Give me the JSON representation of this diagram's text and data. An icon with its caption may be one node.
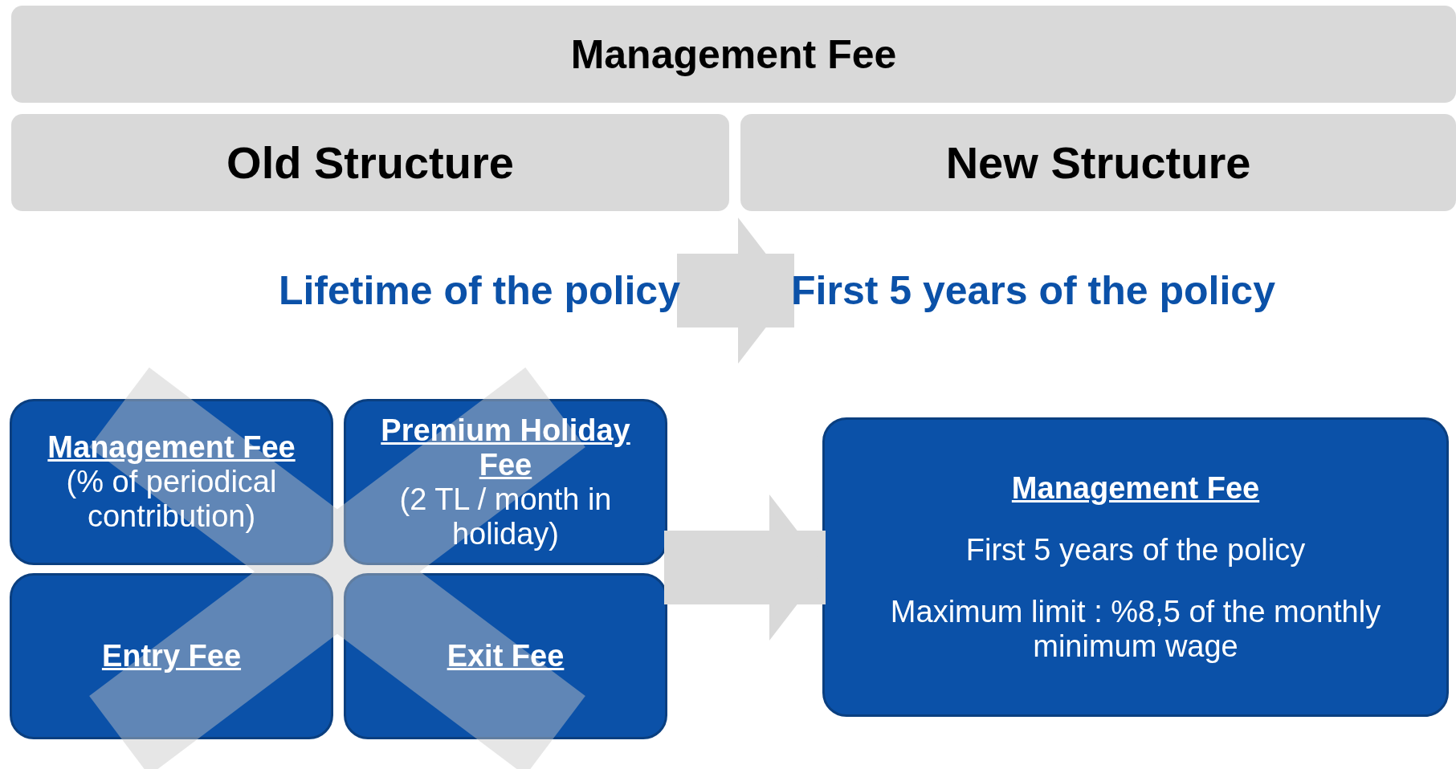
{
  "diagram": {
    "nodes": [
      {
        "text": [
          "Management Fee"
        ]
      },
      {
        "text": [
          "Old Structure"
        ]
      },
      {
        "text": [
          "New Structure"
        ]
      },
      {
        "text": [
          "Lifetime of the policy"
        ]
      },
      {
        "text": [
          "First 5 years of the policy"
        ]
      },
      {
        "text": [
          "Management Fee",
          "(% of periodical contribution)"
        ]
      },
      {
        "text": [
          "Premium Holiday Fee",
          "(2 TL / month in holiday)"
        ]
      },
      {
        "text": [
          "Entry Fee"
        ]
      },
      {
        "text": [
          "Exit Fee"
        ]
      },
      {
        "text": [
          "Management Fee",
          "First 5 years of the policy",
          "Maximum limit : %8,5 of the monthly minimum wage"
        ]
      }
    ],
    "edges": [
      {
        "from": 3,
        "to": 4,
        "arrow": "to"
      },
      {
        "from": 6,
        "to": 9,
        "arrow": "to"
      }
    ]
  }
}
